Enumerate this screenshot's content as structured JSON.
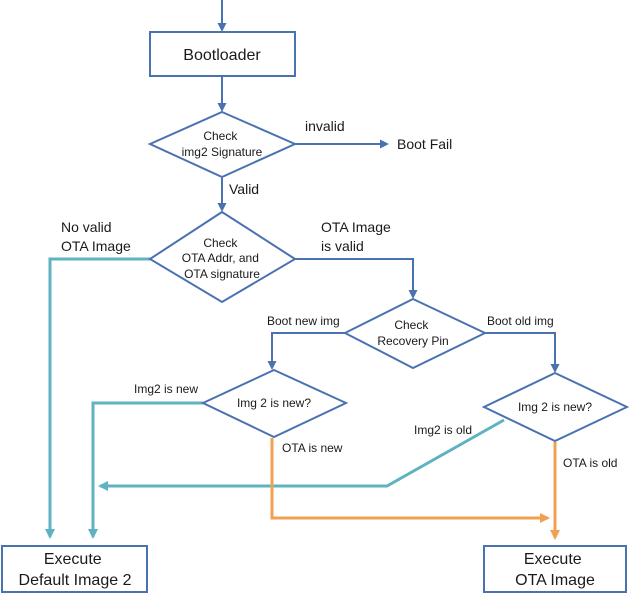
{
  "nodes": {
    "bootloader": "Bootloader",
    "check_sig": [
      "Check",
      "img2 Signature"
    ],
    "boot_fail": "Boot Fail",
    "check_ota": [
      "Check",
      "OTA Addr, and",
      "OTA signature"
    ],
    "check_pin": [
      "Check",
      "Recovery Pin"
    ],
    "img2_new_left": "Img 2 is new?",
    "img2_new_right": "Img 2 is new?",
    "exec_default": [
      "Execute",
      "Default Image 2"
    ],
    "exec_ota": [
      "Execute",
      "OTA Image"
    ]
  },
  "edge_labels": {
    "invalid": "invalid",
    "valid": "Valid",
    "no_valid_ota": [
      "No valid",
      "OTA Image"
    ],
    "ota_valid": [
      "OTA Image",
      "is valid"
    ],
    "boot_new": "Boot new img",
    "boot_old": "Boot old img",
    "img2_is_new": "Img2 is new",
    "ota_is_new": "OTA is new",
    "img2_is_old": "Img2 is old",
    "ota_is_old": "OTA is old"
  },
  "colors": {
    "outline_blue": "#4a72b0",
    "path_teal": "#5fb3c0",
    "path_orange": "#f0a050"
  }
}
